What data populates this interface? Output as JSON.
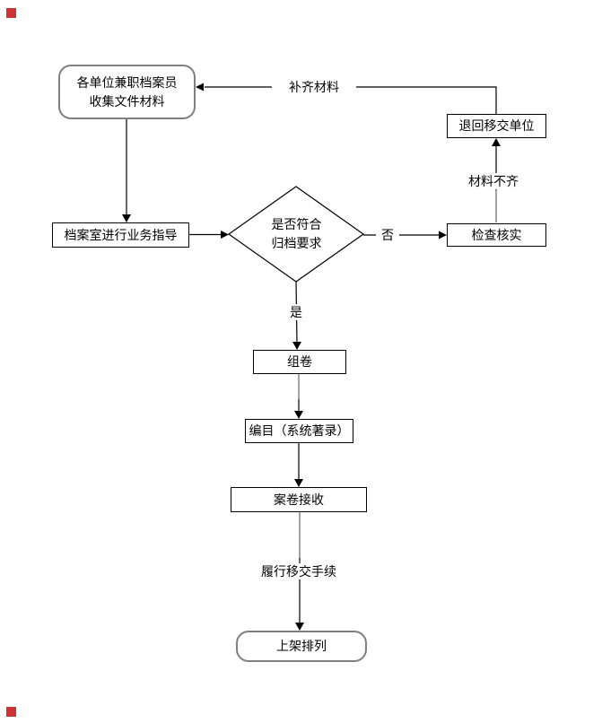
{
  "flowchart": {
    "nodes": {
      "start": {
        "label": "各单位兼职档案员\n收集文件材料",
        "shape": "rounded-rectangle"
      },
      "guidance": {
        "label": "档案室进行业务指导",
        "shape": "rectangle"
      },
      "decision": {
        "label": "是否符合\n归档要求",
        "shape": "diamond"
      },
      "check": {
        "label": "检查核实",
        "shape": "rectangle"
      },
      "return_unit": {
        "label": "退回移交单位",
        "shape": "rectangle"
      },
      "assemble": {
        "label": "组卷",
        "shape": "rectangle"
      },
      "catalog": {
        "label": "编目（系统著录）",
        "shape": "rectangle"
      },
      "receive": {
        "label": "案卷接收",
        "shape": "rectangle"
      },
      "shelve": {
        "label": "上架排列",
        "shape": "rounded-rectangle"
      }
    },
    "edge_labels": {
      "replenish": "补齐材料",
      "incomplete": "材料不齐",
      "no": "否",
      "yes": "是",
      "transfer": "履行移交手续"
    },
    "colors": {
      "line": "#000000",
      "gray_segment": "#999999",
      "rounded_border": "#7f7f7f",
      "corner_marker": "#cc3333",
      "background": "#ffffff"
    }
  }
}
